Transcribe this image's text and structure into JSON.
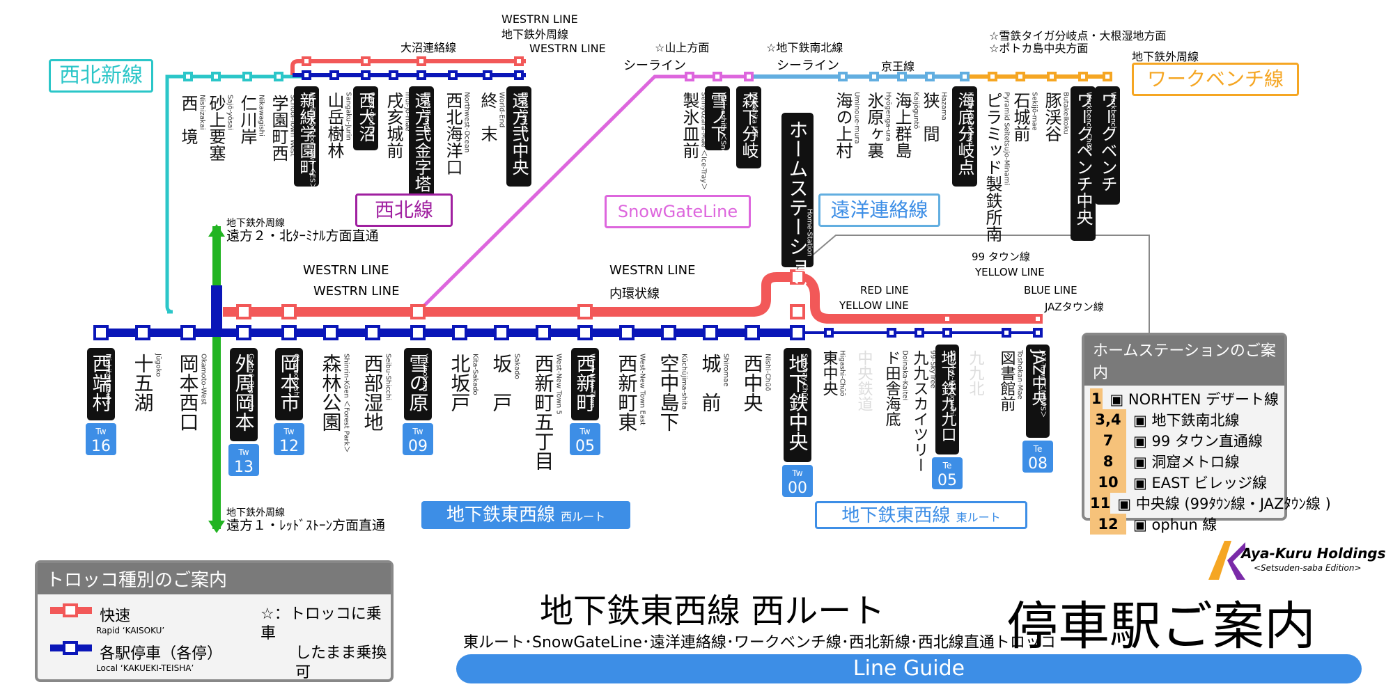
{
  "colors": {
    "rapid": "#f25858",
    "local": "#0a16b8",
    "cyan": "#2bc6c8",
    "pink": "#dd66dd",
    "lightblue": "#62aee0",
    "orange": "#f5a623",
    "green": "#22b422",
    "tw_badge": "#3d8ee6"
  },
  "line_labels": {
    "seihoku_shinsen": "西北新線",
    "seihoku_sen": "西北線",
    "snowgate": "SnowGateLine",
    "enyo": "遠洋連絡線",
    "workbench": "ワークベンチ線",
    "tozai_west": "地下鉄東西線",
    "tozai_west_sub": "西ルート",
    "tozai_east": "地下鉄東西線",
    "tozai_east_sub": "東ルート"
  },
  "through_service": {
    "up_line1": "地下鉄外周線",
    "up_line2": "遠方２・北ﾀｰﾐﾅﾙ方面直通",
    "down_line1": "地下鉄外周線",
    "down_line2": "遠方１・ﾚｯﾄﾞｽﾄｰﾝ方面直通"
  },
  "main_stations": [
    {
      "name": "西端村",
      "roman": "Nishibatamura",
      "code": "16",
      "boxed": true
    },
    {
      "name": "十五湖",
      "roman": "Jūgoko",
      "code": "",
      "boxed": false
    },
    {
      "name": "岡本西口",
      "roman": "Okamoto-West",
      "code": "",
      "boxed": false
    },
    {
      "name": "外周岡本",
      "roman": "Gaishū-Okamoto",
      "code": "13",
      "boxed": true
    },
    {
      "name": "岡本市",
      "roman": "Okamoto-shi",
      "code": "12",
      "boxed": true
    },
    {
      "name": "森林公園",
      "roman": "Shinrin-Kōen ＜Forest Park＞",
      "code": "",
      "boxed": false
    },
    {
      "name": "西部湿地",
      "roman": "Seibu-Shicchi",
      "code": "",
      "boxed": false
    },
    {
      "name": "雪の原",
      "roman": "Yukinohara",
      "code": "09",
      "boxed": true
    },
    {
      "name": "北坂戸",
      "roman": "Kita-Sakado",
      "code": "",
      "boxed": false
    },
    {
      "name": "坂　戸",
      "roman": "Sakado",
      "code": "",
      "boxed": false
    },
    {
      "name": "西新町五丁目",
      "roman": "West-New Town 5",
      "code": "",
      "boxed": false
    },
    {
      "name": "西新町",
      "roman": "West-New Town",
      "code": "05",
      "boxed": true
    },
    {
      "name": "西新町東",
      "roman": "West-New Town East",
      "code": "",
      "boxed": false
    },
    {
      "name": "空中島下",
      "roman": "Kūchūjima-shita",
      "code": "",
      "boxed": false
    },
    {
      "name": "城　前",
      "roman": "Shiromae",
      "code": "",
      "boxed": false
    },
    {
      "name": "西中央",
      "roman": "Nishi-Chūō",
      "code": "",
      "boxed": false
    },
    {
      "name": "地下鉄中央",
      "roman": "Subway-Chūō",
      "code": "00",
      "boxed": true
    }
  ],
  "east_stations": [
    {
      "name": "東中央",
      "roman": "Higashi-Chūō",
      "code": "",
      "boxed": false
    },
    {
      "name": "中央鉄道",
      "roman": "",
      "code": "",
      "boxed": false,
      "faded": true
    },
    {
      "name": "ド田舎海底",
      "roman": "Doinaka-Kaitei",
      "code": "",
      "boxed": false
    },
    {
      "name": "九九スカイツリー",
      "roman": "99-SkyTree",
      "code": "",
      "boxed": false
    },
    {
      "name": "地下鉄九九口",
      "roman": "Subway-Kūkuguchi",
      "code": "05",
      "boxed": true
    },
    {
      "name": "九九北",
      "roman": "",
      "code": "",
      "boxed": false,
      "faded": true
    },
    {
      "name": "図書館前",
      "roman": "Toshokan-Mae",
      "code": "",
      "boxed": false
    },
    {
      "name": "JAZ中央",
      "roman": "JAZ-Town ＜NEWS＞",
      "code": "08",
      "boxed": true
    }
  ],
  "seihoku_shinsen_stations": [
    {
      "name": "西　境",
      "roman": "Nishizakai",
      "boxed": false
    },
    {
      "name": "砂上要塞",
      "roman": "Sajō-yōsai",
      "boxed": false
    },
    {
      "name": "仁川岸",
      "roman": "Nikawagishi",
      "boxed": false
    },
    {
      "name": "学園町西",
      "roman": "School-Town West",
      "boxed": false
    }
  ],
  "seihoku_stations": [
    {
      "name": "新線学園町",
      "roman": "Newline-School-Town ＜ES＞",
      "boxed": true
    },
    {
      "name": "山岳樹林",
      "roman": "Sangaku-Jurin",
      "boxed": false
    },
    {
      "name": "西大沼",
      "roman": "West-Ōnuma",
      "boxed": true
    },
    {
      "name": "戌亥城前",
      "roman": "Inui-jō-mae",
      "boxed": false
    },
    {
      "name": "遠方弐金字塔",
      "roman": "Far2-Piramid",
      "boxed": true
    },
    {
      "name": "西北海洋口",
      "roman": "Northwest-Ocean",
      "boxed": false
    },
    {
      "name": "終　末",
      "roman": "World-End",
      "boxed": false
    },
    {
      "name": "遠方弐中央",
      "roman": "Far2-Center",
      "boxed": true
    }
  ],
  "snowgate_stations": [
    {
      "name": "製氷皿前",
      "roman": "Seihyōzara-Mae ＜Ice-Tray＞",
      "boxed": false
    },
    {
      "name": "雪ノ下",
      "roman": "Yukinoshita ＜Snow-Gate＞",
      "boxed": true
    },
    {
      "name": "森下分岐",
      "roman": "Morishita JCT",
      "boxed": true
    }
  ],
  "home_station": {
    "name": "ホームステーション",
    "roman": "Home-Station"
  },
  "enyo_stations": [
    {
      "name": "海の上村",
      "roman": "Uminoue-mura",
      "boxed": false
    },
    {
      "name": "氷原ヶ裏",
      "roman": "Hyōgenga-ura",
      "boxed": false
    },
    {
      "name": "海上群島",
      "roman": "Kaijōguntō",
      "boxed": false
    },
    {
      "name": "狭　間",
      "roman": "Hazama",
      "boxed": false
    },
    {
      "name": "海底分岐点",
      "roman": "Kaitei-Bunkiten",
      "boxed": true
    }
  ],
  "workbench_stations": [
    {
      "name": "ピラミッド製鉄所南",
      "roman": "Pyramid Seitetsujo-Minami",
      "boxed": false
    },
    {
      "name": "石城前",
      "roman": "Sekijō-mae",
      "boxed": false
    },
    {
      "name": "豚渓谷",
      "roman": "Butakeikoku",
      "boxed": false
    },
    {
      "name": "ワークベンチ中央",
      "roman": "Workbench-Chūō",
      "boxed": true
    },
    {
      "name": "ワークベンチ",
      "roman": "Workbench",
      "boxed": true
    }
  ],
  "transfers": {
    "ohnuma": "大沼連絡線",
    "westrn1": "WESTRN LINE",
    "chikatetsu_gaishu": "地下鉄外周線",
    "westrn2": "WESTRN LINE",
    "yamanoue": "☆山上方面",
    "sea_line1": "シーライン",
    "nanboku": "☆地下鉄南北線",
    "sea_line2": "シーライン",
    "keio": "京王線",
    "yukitetsu": "☆雪鉄タイガ分岐点・大根湿地方面",
    "potoka": "☆ポトカ島中央方面",
    "chikatetsu_gaishu2": "地下鉄外周線",
    "westrn3": "WESTRN LINE",
    "westrn4": "WESTRN LINE",
    "westrn5": "WESTRN LINE",
    "kanjo": "内環状線",
    "red_line": "RED LINE",
    "yellow_line": "YELLOW LINE",
    "town99": "99 タウン線",
    "yellow_line2": "YELLOW LINE",
    "blue_line": "BLUE LINE",
    "jaz": "JAZタウン線"
  },
  "home_guide": {
    "title": "ホームステーションのご案内",
    "rows": [
      {
        "num": "1",
        "text": "NORHTEN デザート線"
      },
      {
        "num": "3,4",
        "text": "地下鉄南北線"
      },
      {
        "num": "7",
        "text": "99 タウン直通線"
      },
      {
        "num": "8",
        "text": "洞窟メトロ線"
      },
      {
        "num": "10",
        "text": "EAST ビレッジ線"
      },
      {
        "num": "11",
        "text": "中央線 (99ﾀｳﾝ線・JAZﾀｳﾝ線 )"
      },
      {
        "num": "12",
        "text": "ophun 線"
      }
    ]
  },
  "legend": {
    "title": "トロッコ種別のご案内",
    "rapid": "快速",
    "rapid_roman": "Rapid ‘KAISOKU’",
    "local": "各駅停車（各停）",
    "local_roman": "Local ‘KAKUEKI-TEISHA’",
    "star_note1": "☆：トロッコに乗車",
    "star_note2": "したまま乗換可"
  },
  "brand": {
    "name": "Aya-Kuru Holdings",
    "sub": "<Setsuden-saba Edition>"
  },
  "title": {
    "main": "地下鉄東西線 西ルート",
    "sub": "東ルート･SnowGateLine･遠洋連絡線･ワークベンチ線･西北新線･西北線直通トロッコ",
    "big": "停車駅ご案内",
    "guide": "Line Guide"
  },
  "tw_prefix": "Tw",
  "te_prefix": "Te"
}
